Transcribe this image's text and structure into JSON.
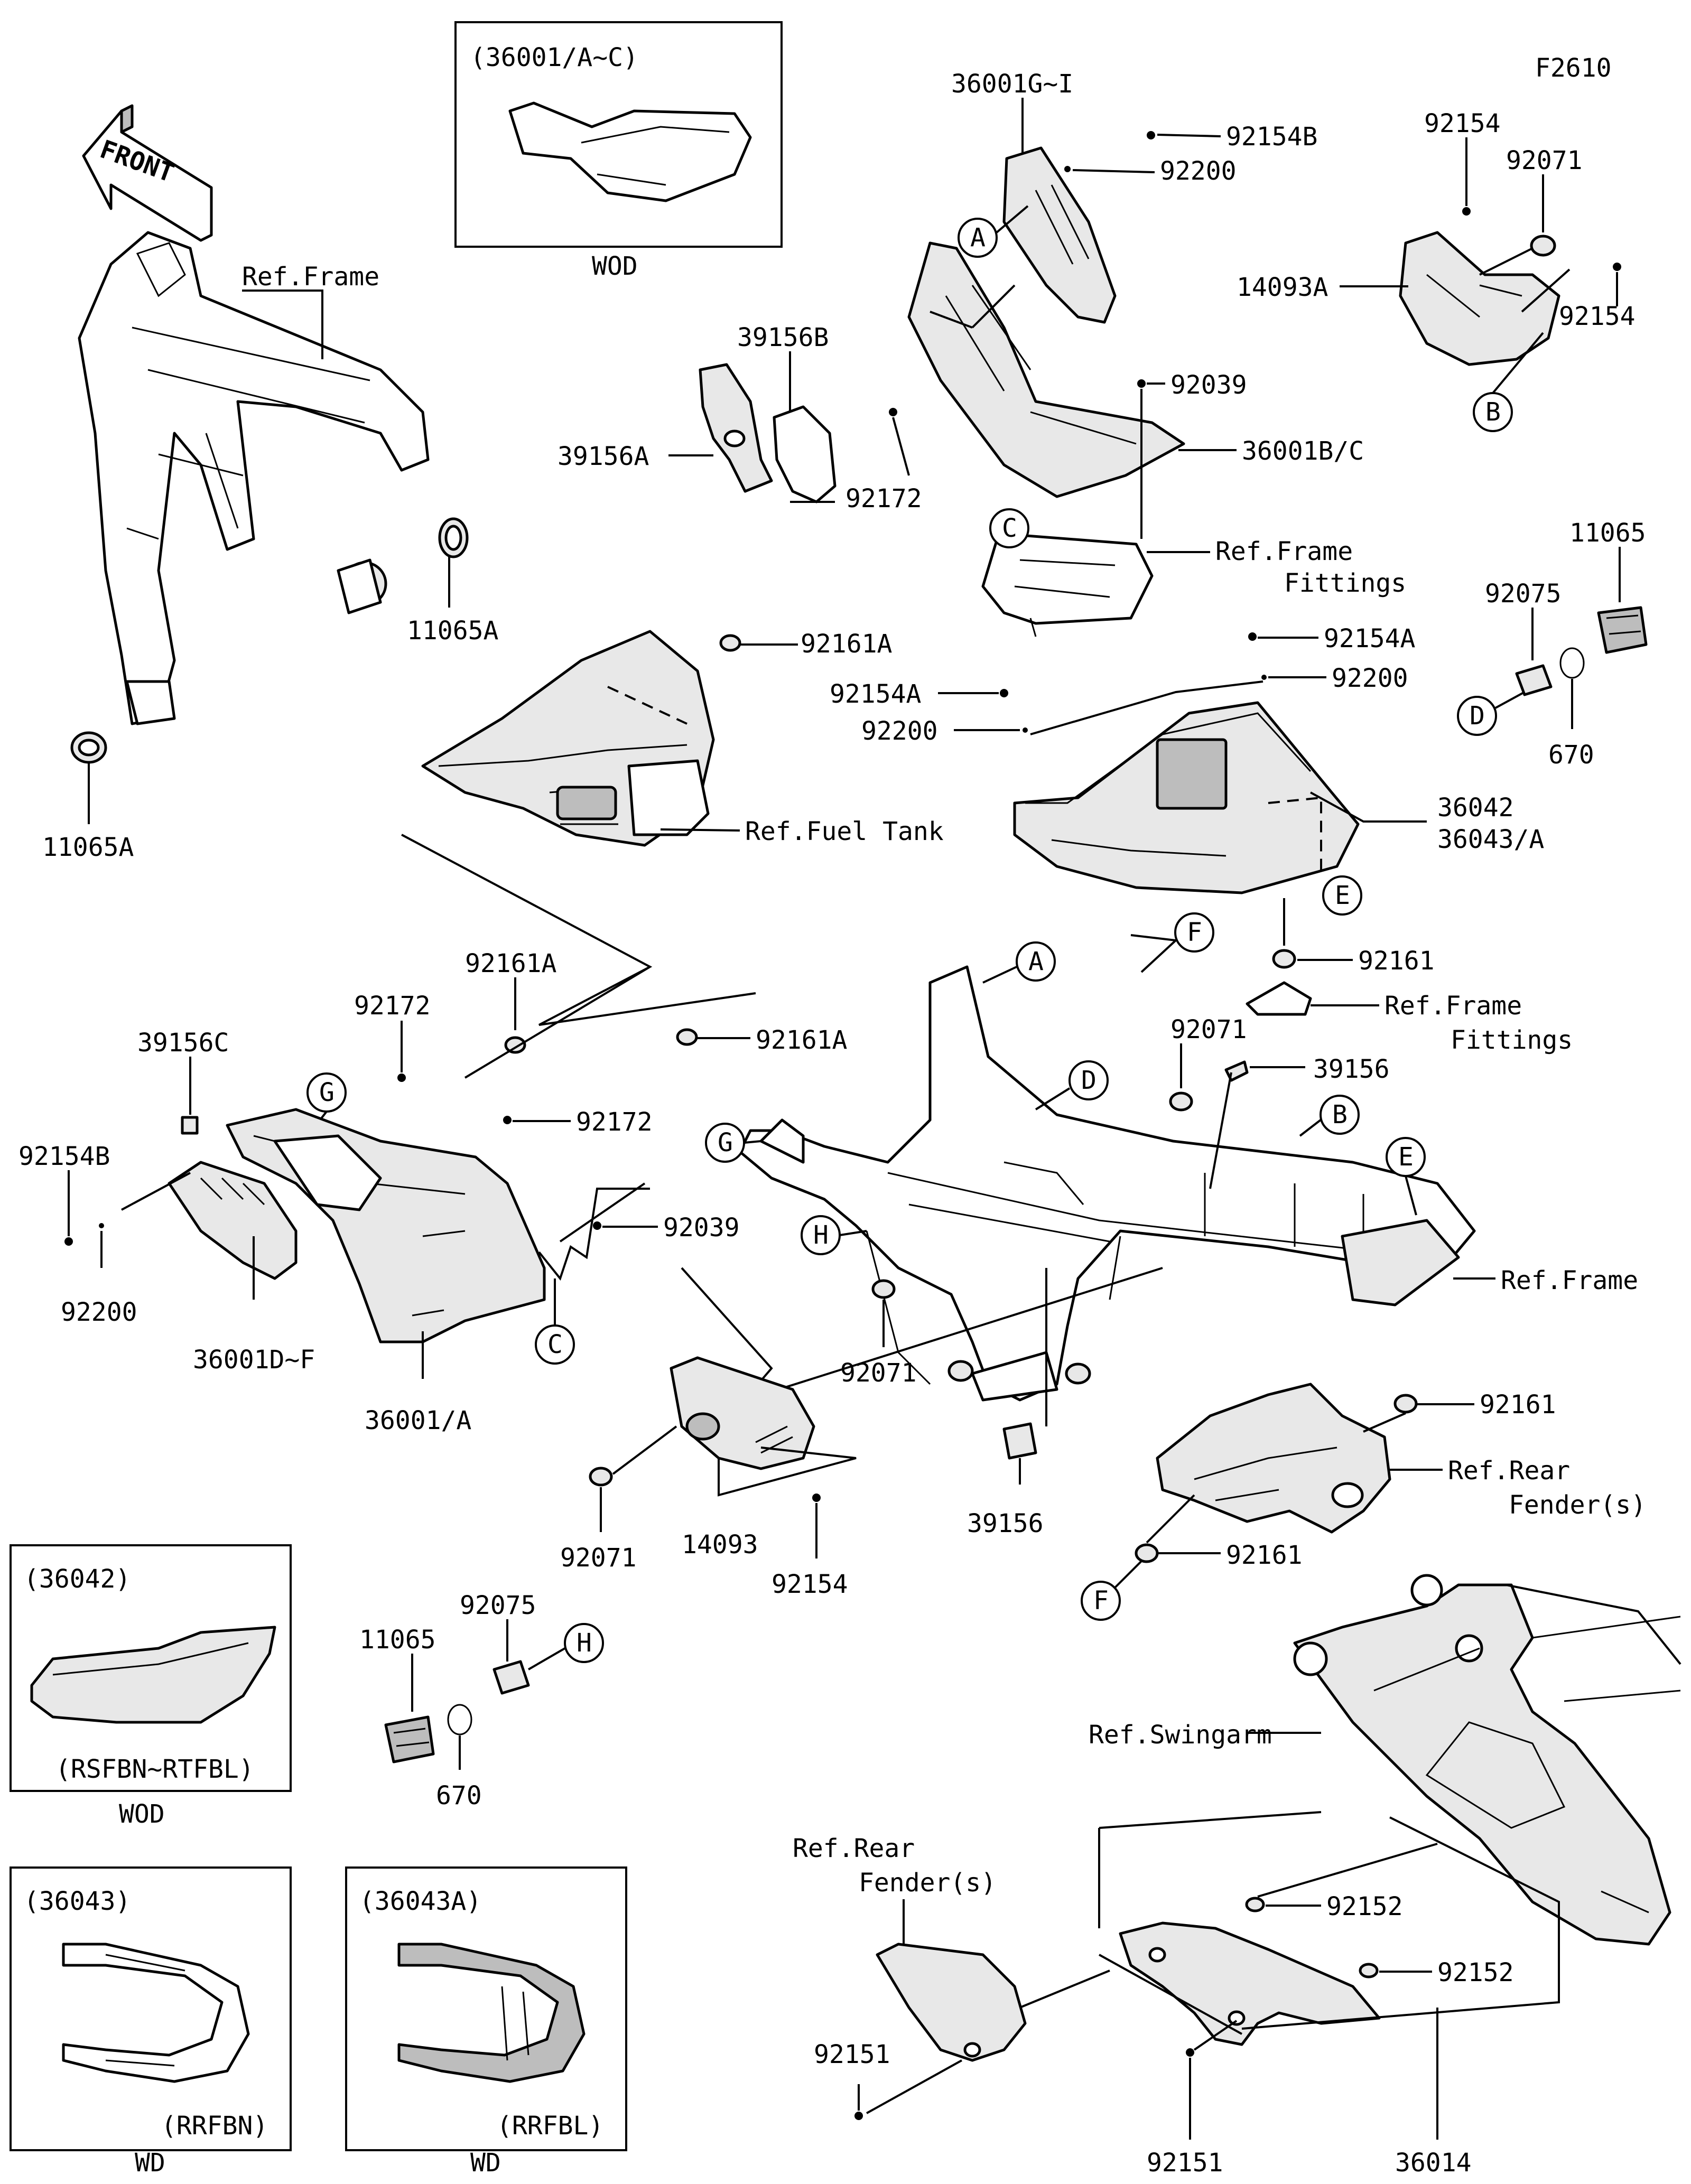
{
  "diagram_id": "F2610",
  "front_arrow": "FRONT",
  "inset_boxes": {
    "top": {
      "title": "(36001/A~C)",
      "caption": "WOD"
    },
    "b36042": {
      "title": "(36042)",
      "subtitle": "(RSFBN~RTFBL)",
      "caption": "WOD"
    },
    "b36043": {
      "title": "(36043)",
      "subtitle": "(RRFBN)",
      "caption": "WD"
    },
    "b36043a": {
      "title": "(36043A)",
      "subtitle": "(RRFBL)",
      "caption": "WD"
    }
  },
  "labels": {
    "ref_frame_top": "Ref.Frame",
    "p11065A_a": "11065A",
    "p11065A_b": "11065A",
    "p36001G_I": "36001G~I",
    "p92154B_top": "92154B",
    "p92200_top": "92200",
    "p39156B": "39156B",
    "p39156A": "39156A",
    "p92172_top": "92172",
    "p92039_top": "92039",
    "p36001B_C": "36001B/C",
    "ref_frame_fittings_1a": "Ref.Frame",
    "ref_frame_fittings_1b": "Fittings",
    "p92154_tr1": "92154",
    "p92071_tr": "92071",
    "p14093A": "14093A",
    "p92154_tr2": "92154",
    "p11065_r": "11065",
    "p92075_r": "92075",
    "p670_r": "670",
    "p92161A_1": "92161A",
    "ref_fuel_tank": "Ref.Fuel Tank",
    "p92154A_1": "92154A",
    "p92200_m": "92200",
    "p92154A_2": "92154A",
    "p92200_r": "92200",
    "p36042": "36042",
    "p36043A": "36043/A",
    "p92161_mr": "92161",
    "ref_frame_fittings_2a": "Ref.Frame",
    "ref_frame_fittings_2b": "Fittings",
    "p92161A_2": "92161A",
    "p92161A_3": "92161A",
    "p92172_l": "92172",
    "p39156C": "39156C",
    "p92172_m": "92172",
    "p92154B_l": "92154B",
    "p92039_m": "92039",
    "p92200_l": "92200",
    "p36001D_F": "36001D~F",
    "p36001_A": "36001/A",
    "p92071_c": "92071",
    "p39156_r": "39156",
    "ref_frame_mid": "Ref.Frame",
    "p92071_m": "92071",
    "p92071_b": "92071",
    "p14093": "14093",
    "p92154_b": "92154",
    "p39156_b": "39156",
    "p92161_r1": "92161",
    "ref_rear_fender_1a": "Ref.Rear",
    "ref_rear_fender_1b": "Fender(s)",
    "p92161_r2": "92161",
    "p92075_b": "92075",
    "p11065_b": "11065",
    "p670_b": "670",
    "ref_swingarm": "Ref.Swingarm",
    "ref_rear_fender_2a": "Ref.Rear",
    "ref_rear_fender_2b": "Fender(s)",
    "p92152_1": "92152",
    "p92152_2": "92152",
    "p92151_1": "92151",
    "p92151_2": "92151",
    "p36014": "36014"
  },
  "callouts": {
    "A1": "A",
    "A2": "A",
    "B1": "B",
    "B2": "B",
    "C1": "C",
    "C2": "C",
    "D1": "D",
    "D2": "D",
    "E1": "E",
    "E2": "E",
    "F1": "F",
    "F2": "F",
    "G1": "G",
    "G2": "G",
    "H1": "H",
    "H2": "H"
  }
}
